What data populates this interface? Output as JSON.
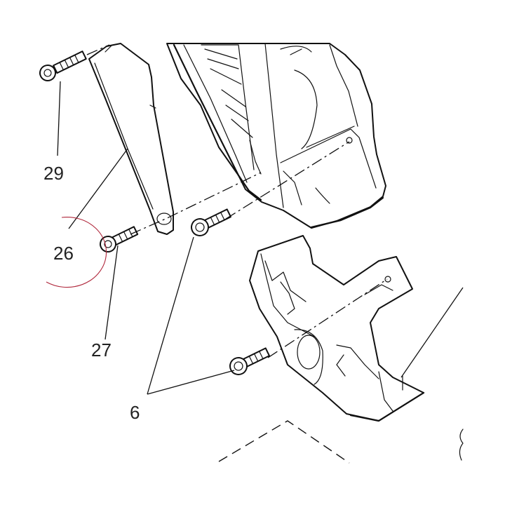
{
  "callouts": {
    "c29": "29",
    "c26": "26",
    "c27": "27",
    "c6": "6"
  },
  "colors": {
    "line": "#111111",
    "highlight_circle": "#b0283c"
  },
  "highlight": {
    "target": "26"
  }
}
